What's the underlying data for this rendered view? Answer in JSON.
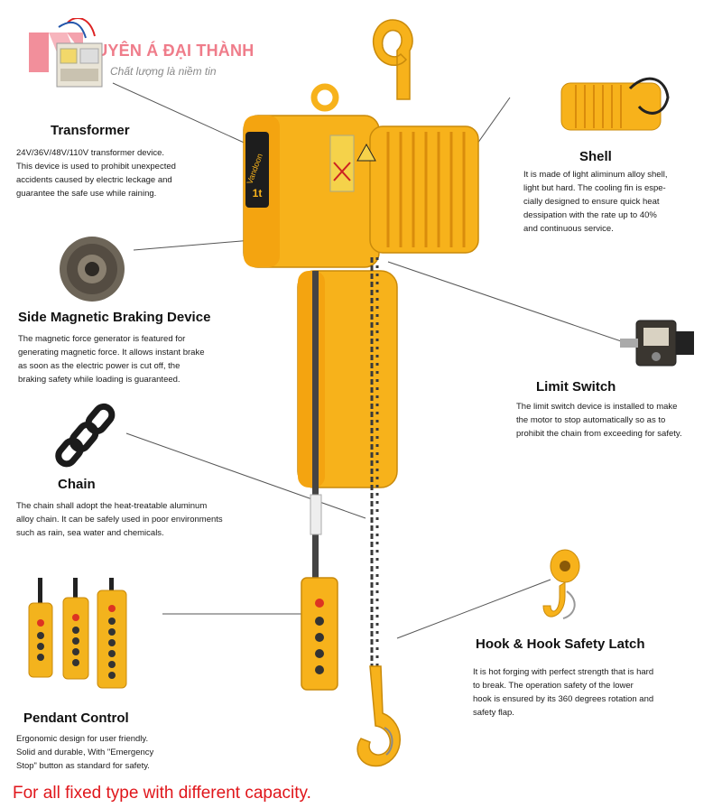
{
  "brand": {
    "name": "XUYÊN Á ĐẠI THÀNH",
    "slogan": "Chất lượng là niềm tin",
    "color": "#ef7c8a"
  },
  "hoist": {
    "label_brand": "Vandoon",
    "label_capacity": "1t"
  },
  "features": {
    "transformer": {
      "title": "Transformer",
      "lines": [
        "24V/36V/48V/110V transformer device.",
        "This device is used to prohibit unexpected",
        "accidents caused by electric leckage and",
        "guarantee the safe use while raining."
      ]
    },
    "shell": {
      "title": "Shell",
      "lines": [
        "It is made of light aliminum alloy shell,",
        "light but hard. The cooling fin is espe-",
        "cially designed to ensure quick heat",
        "dessipation with the rate up to 40%",
        "and continuous service."
      ]
    },
    "braking": {
      "title": "Side Magnetic Braking Device",
      "lines": [
        "The magnetic force generator is featured for",
        "generating magnetic force. It allows instant brake",
        "as soon as the electric power is cut off, the",
        "braking safety while loading is guaranteed."
      ]
    },
    "limit_switch": {
      "title": "Limit Switch",
      "lines": [
        "The limit switch device is installed to make",
        "the motor to stop automatically so as to",
        "prohibit the chain from exceeding for safety."
      ]
    },
    "chain": {
      "title": "Chain",
      "lines": [
        "The chain shall adopt the heat-treatable aluminum",
        "alloy chain. It can be safely used in poor environments",
        "such as rain, sea water and chemicals."
      ]
    },
    "hook": {
      "title": "Hook & Hook Safety Latch",
      "lines": [
        "It is hot forging with perfect strength that is hard",
        "to break. The operation safety of the lower",
        "hook is ensured by its 360 degrees rotation and",
        "safety flap."
      ]
    },
    "pendant": {
      "title": "Pendant Control",
      "lines": [
        "Ergonomic design for user friendly.",
        "Solid and durable, With \"Emergency",
        "Stop\" button as standard for safety."
      ]
    }
  },
  "footer": {
    "text": "For all fixed type with different capacity."
  },
  "colors": {
    "hoist_yellow": "#f7b21b",
    "hoist_shadow": "#d98c0c",
    "footer_red": "#e0161b"
  }
}
